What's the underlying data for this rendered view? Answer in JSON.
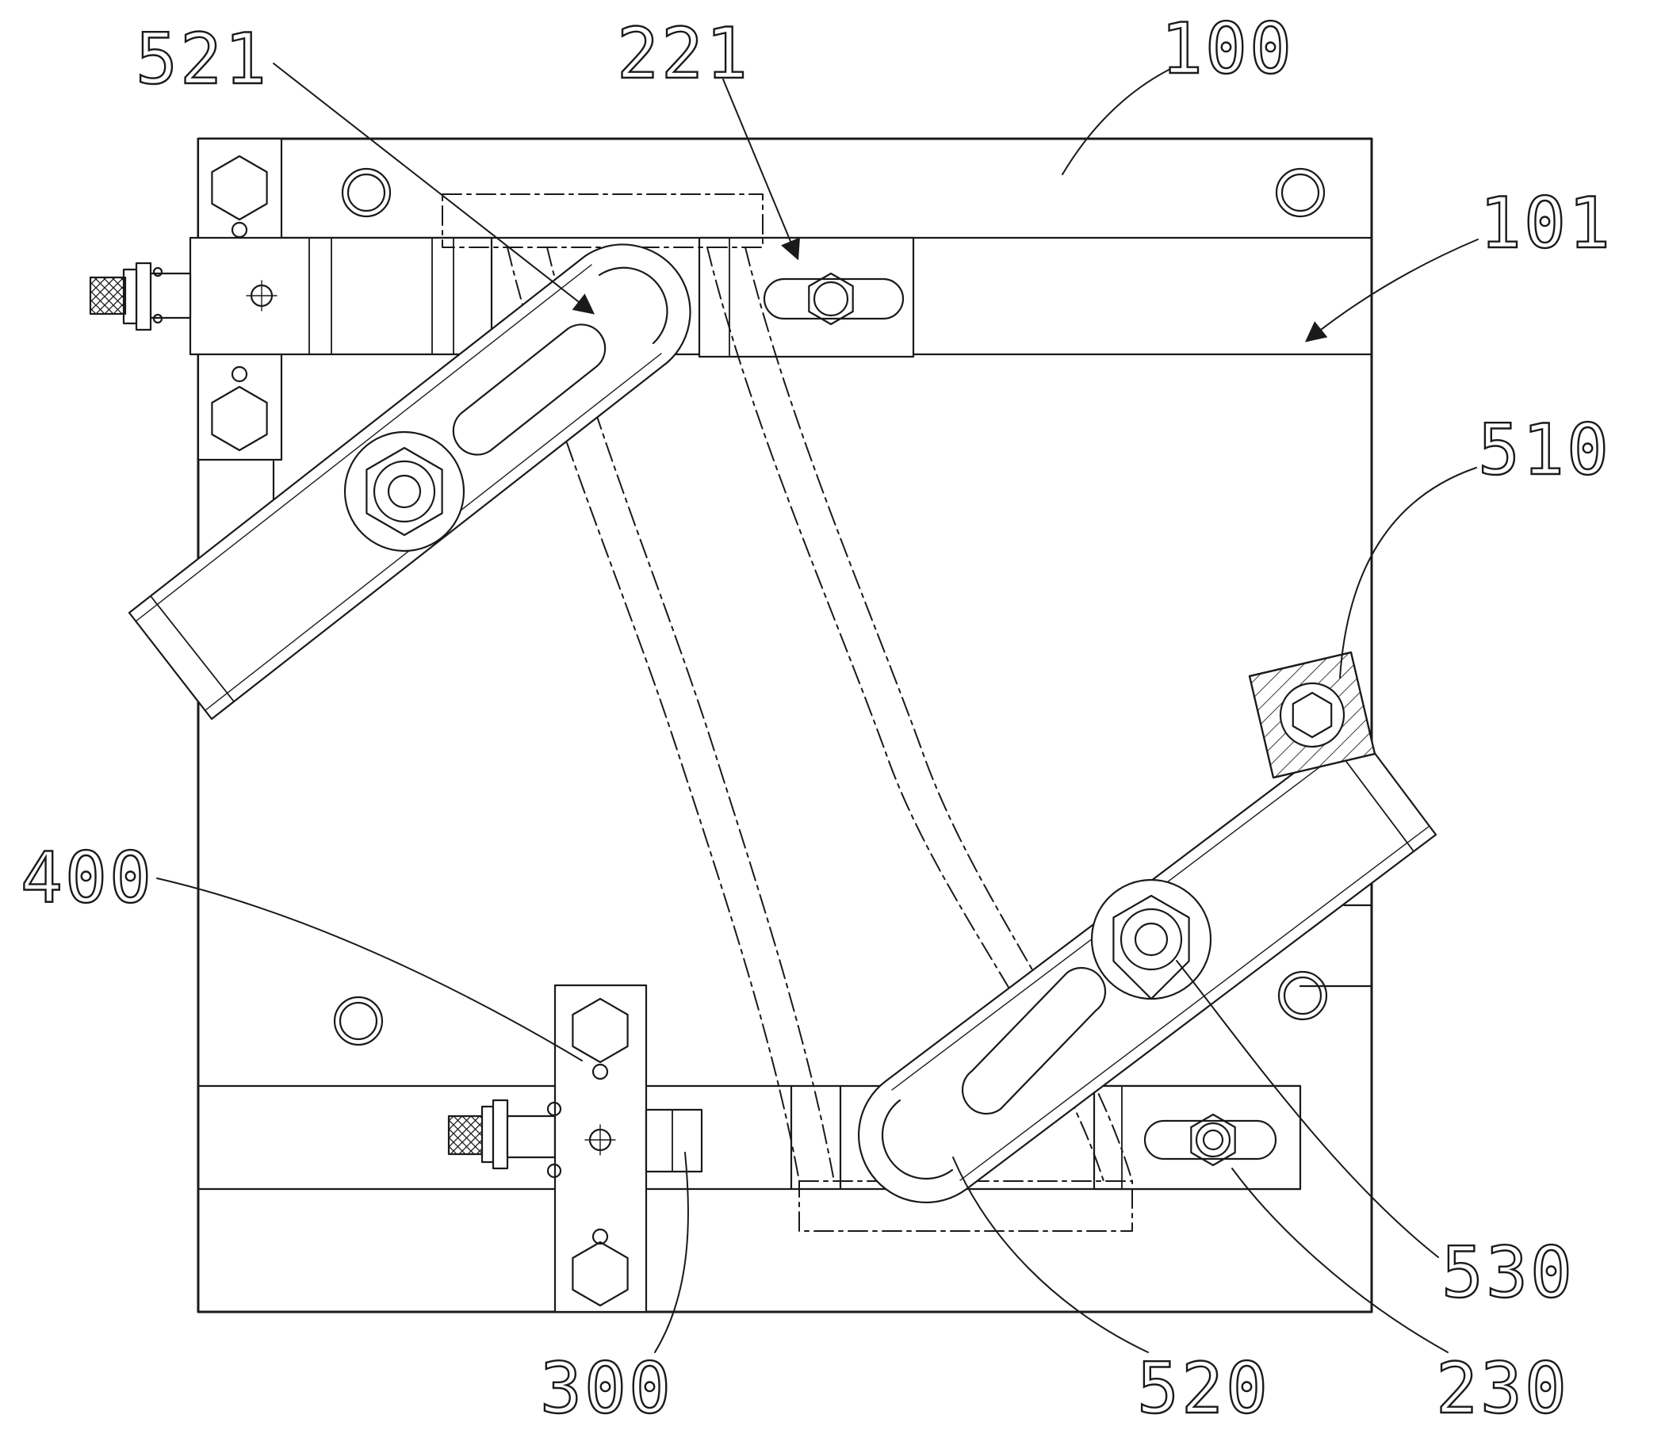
{
  "figure": {
    "background": "#ffffff",
    "line_color": "#1a1a1a",
    "kind": "patent mechanical drawing of a clamping fixture, plan view"
  },
  "labels": [
    {
      "ref": "521",
      "text": "521"
    },
    {
      "ref": "221",
      "text": "221"
    },
    {
      "ref": "100",
      "text": "100"
    },
    {
      "ref": "101",
      "text": "101"
    },
    {
      "ref": "510",
      "text": "510"
    },
    {
      "ref": "400",
      "text": "400"
    },
    {
      "ref": "300",
      "text": "300"
    },
    {
      "ref": "520",
      "text": "520"
    },
    {
      "ref": "230",
      "text": "230"
    },
    {
      "ref": "530",
      "text": "530"
    }
  ]
}
